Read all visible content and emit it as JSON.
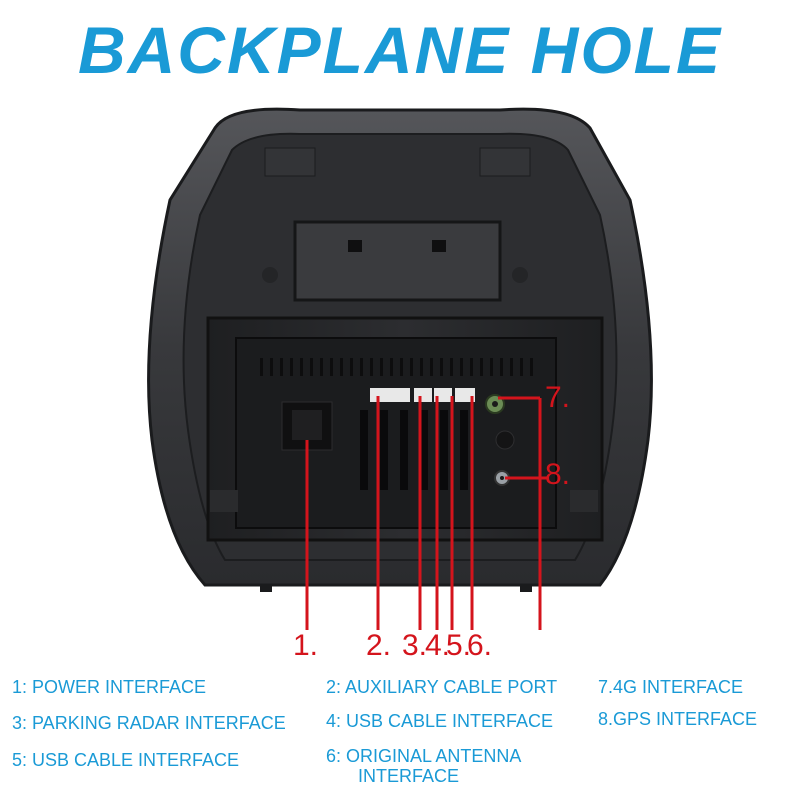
{
  "title": "BACKPLANE HOLE",
  "callouts": [
    "1.",
    "2.",
    "3.",
    "4.",
    "5.",
    "6.",
    "7.",
    "8."
  ],
  "legend": {
    "col1": [
      "1: POWER INTERFACE",
      "3: PARKING RADAR INTERFACE",
      "5: USB CABLE INTERFACE"
    ],
    "col2": [
      "2: AUXILIARY CABLE PORT",
      "4: USB CABLE INTERFACE",
      "6: ORIGINAL ANTENNA",
      "INTERFACE"
    ],
    "col3": [
      "7.4G INTERFACE",
      "8.GPS INTERFACE"
    ]
  },
  "colors": {
    "title": "#1a9ad6",
    "callout": "#d4141c",
    "legend": "#1a9ad6",
    "bezel": "#3a3a3c"
  },
  "icons": [
    "dashboard-bezel-photo",
    "head-unit-connector-panel"
  ]
}
